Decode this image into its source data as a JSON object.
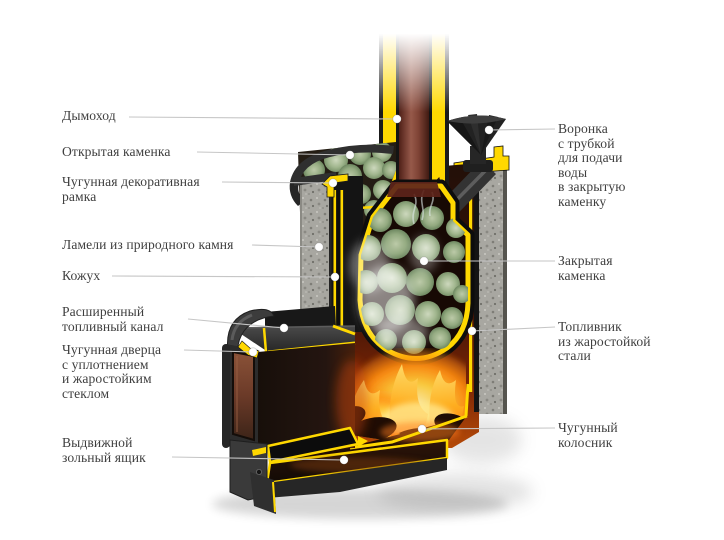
{
  "diagram": {
    "subject": "Разрез банной печи с подписями элементов",
    "background": "#ffffff"
  },
  "colors": {
    "accent_yellow": "#FFD800",
    "fire_orange": "#FF8C12",
    "stone_green": "#8FA67C",
    "stone_gray": "#A8A7A1",
    "metal_dark": "#2E2E2E",
    "pipe_brown": "#8A4A3C",
    "label_text": "#3F3F3F",
    "leader_line": "#C6C6C6",
    "callout_dot": "#FFFFFF"
  },
  "callouts": {
    "left": [
      {
        "id": "chimney",
        "label": "Дымоход"
      },
      {
        "id": "open-kamenka",
        "label": "Открытая каменка"
      },
      {
        "id": "decorative-frame",
        "label": "Чугунная декоративная\nрамка"
      },
      {
        "id": "stone-lamellas",
        "label": "Ламели из природного камня"
      },
      {
        "id": "casing",
        "label": "Кожух"
      },
      {
        "id": "fuel-channel",
        "label": "Расширенный\nтопливный канал"
      },
      {
        "id": "cast-iron-door",
        "label": "Чугунная дверца\nс уплотнением\nи жаростойким\nстеклом"
      },
      {
        "id": "ash-box",
        "label": "Выдвижной\nзольный ящик"
      }
    ],
    "right": [
      {
        "id": "water-funnel",
        "label": "Воронка\nс трубкой\nдля подачи\nводы\nв закрытую\nкаменку"
      },
      {
        "id": "closed-kamenka",
        "label": "Закрытая\nкаменка"
      },
      {
        "id": "firebox",
        "label": "Топливник\nиз жаростойкой\nстали"
      },
      {
        "id": "cast-iron-grate",
        "label": "Чугунный\nколосник"
      }
    ]
  }
}
